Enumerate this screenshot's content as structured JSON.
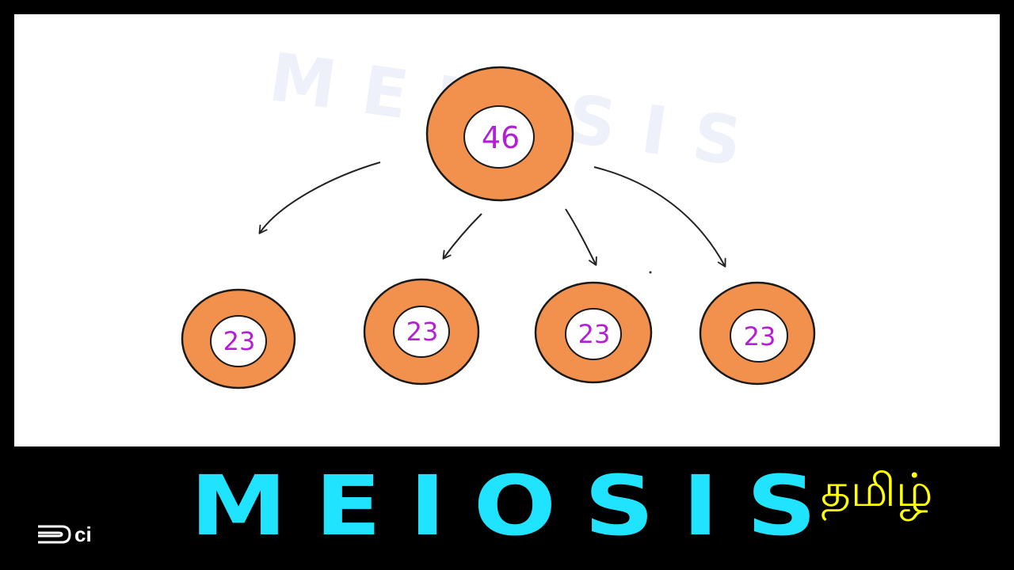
{
  "diagram": {
    "watermark": "MEIOSIS",
    "parent_cell": {
      "chromosomes": "46"
    },
    "daughter_cells": [
      {
        "chromosomes": "23"
      },
      {
        "chromosomes": "23"
      },
      {
        "chromosomes": "23"
      },
      {
        "chromosomes": "23"
      }
    ]
  },
  "title": {
    "main": "MEIOSIS",
    "language": "தமிழ்"
  },
  "logo": {
    "text": "ci"
  },
  "colors": {
    "frame": "#000000",
    "cell_fill": "#f2914e",
    "cell_outline": "#1a1a1a",
    "nucleus_fill": "#ffffff",
    "number": "#b41fd6",
    "title": "#1fe3ff",
    "language": "#ffff00",
    "arrow": "#222222"
  }
}
